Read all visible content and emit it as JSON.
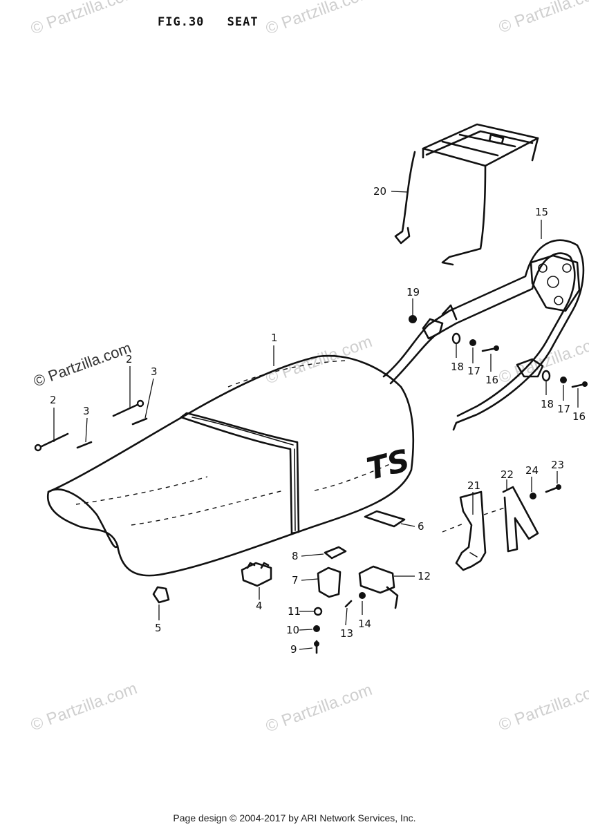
{
  "title": {
    "fig": "FIG.30",
    "name": "SEAT"
  },
  "seat_logo": "TS",
  "watermark": "© Partzilla.com",
  "footer": "Page design © 2004-2017 by ARI Network Services, Inc.",
  "callouts": [
    "1",
    "2",
    "3",
    "2",
    "3",
    "4",
    "5",
    "6",
    "7",
    "8",
    "9",
    "10",
    "11",
    "12",
    "13",
    "14",
    "15",
    "16",
    "17",
    "18",
    "16",
    "17",
    "18",
    "19",
    "20",
    "21",
    "22",
    "23",
    "24"
  ]
}
